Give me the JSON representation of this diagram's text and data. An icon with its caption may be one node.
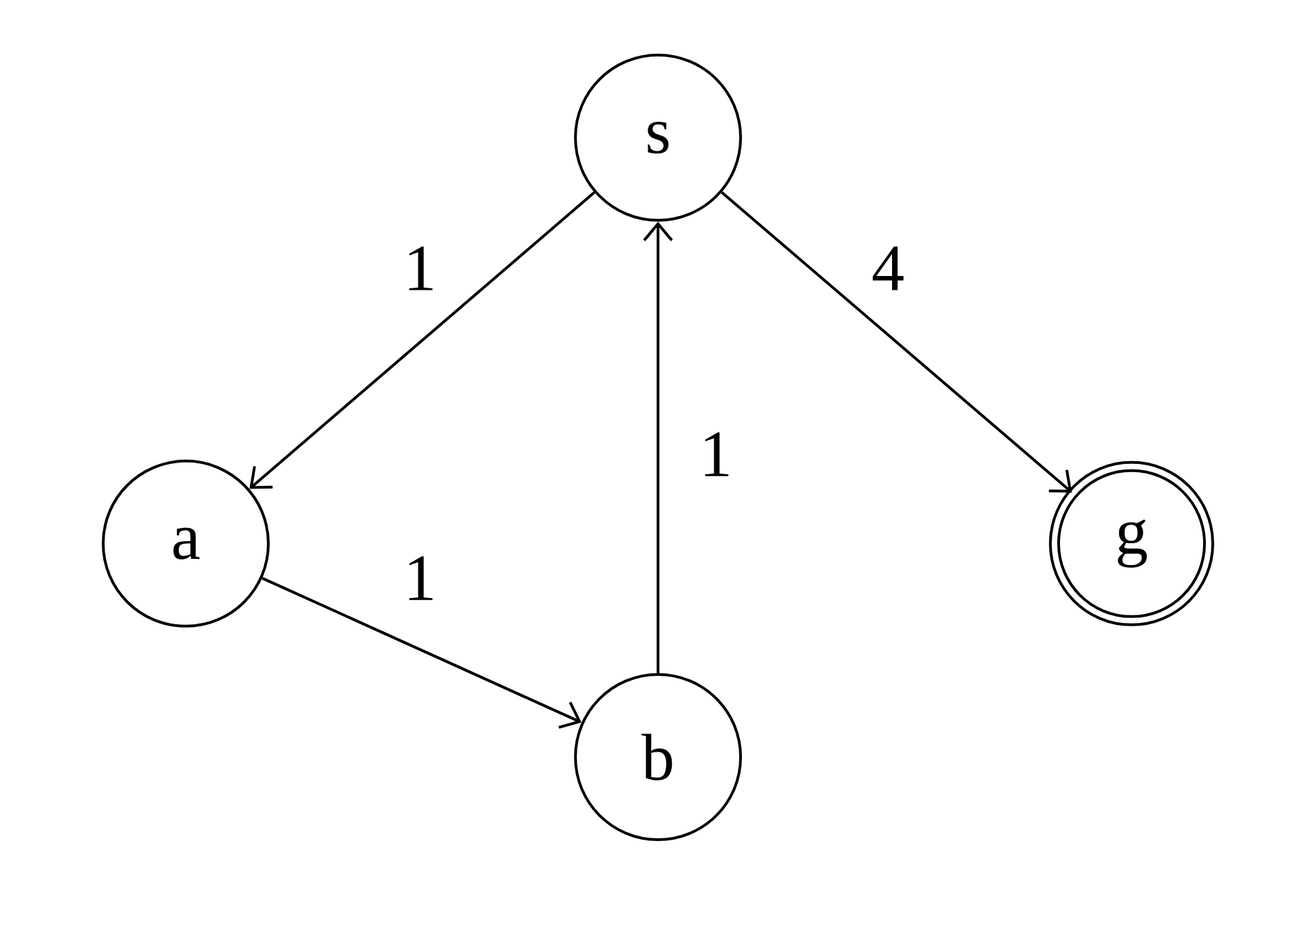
{
  "diagram": {
    "nodes": [
      {
        "text": [
          "s"
        ]
      },
      {
        "text": [
          "a"
        ]
      },
      {
        "text": [
          "b"
        ]
      },
      {
        "text": [
          "g"
        ]
      }
    ],
    "edges": [
      {
        "from": 0,
        "to": 1,
        "arrow": "to",
        "label": "1"
      },
      {
        "from": 1,
        "to": 2,
        "arrow": "to",
        "label": "1"
      },
      {
        "from": 2,
        "to": 0,
        "arrow": "to",
        "label": "1"
      },
      {
        "from": 0,
        "to": 3,
        "arrow": "to",
        "label": "4"
      }
    ]
  }
}
